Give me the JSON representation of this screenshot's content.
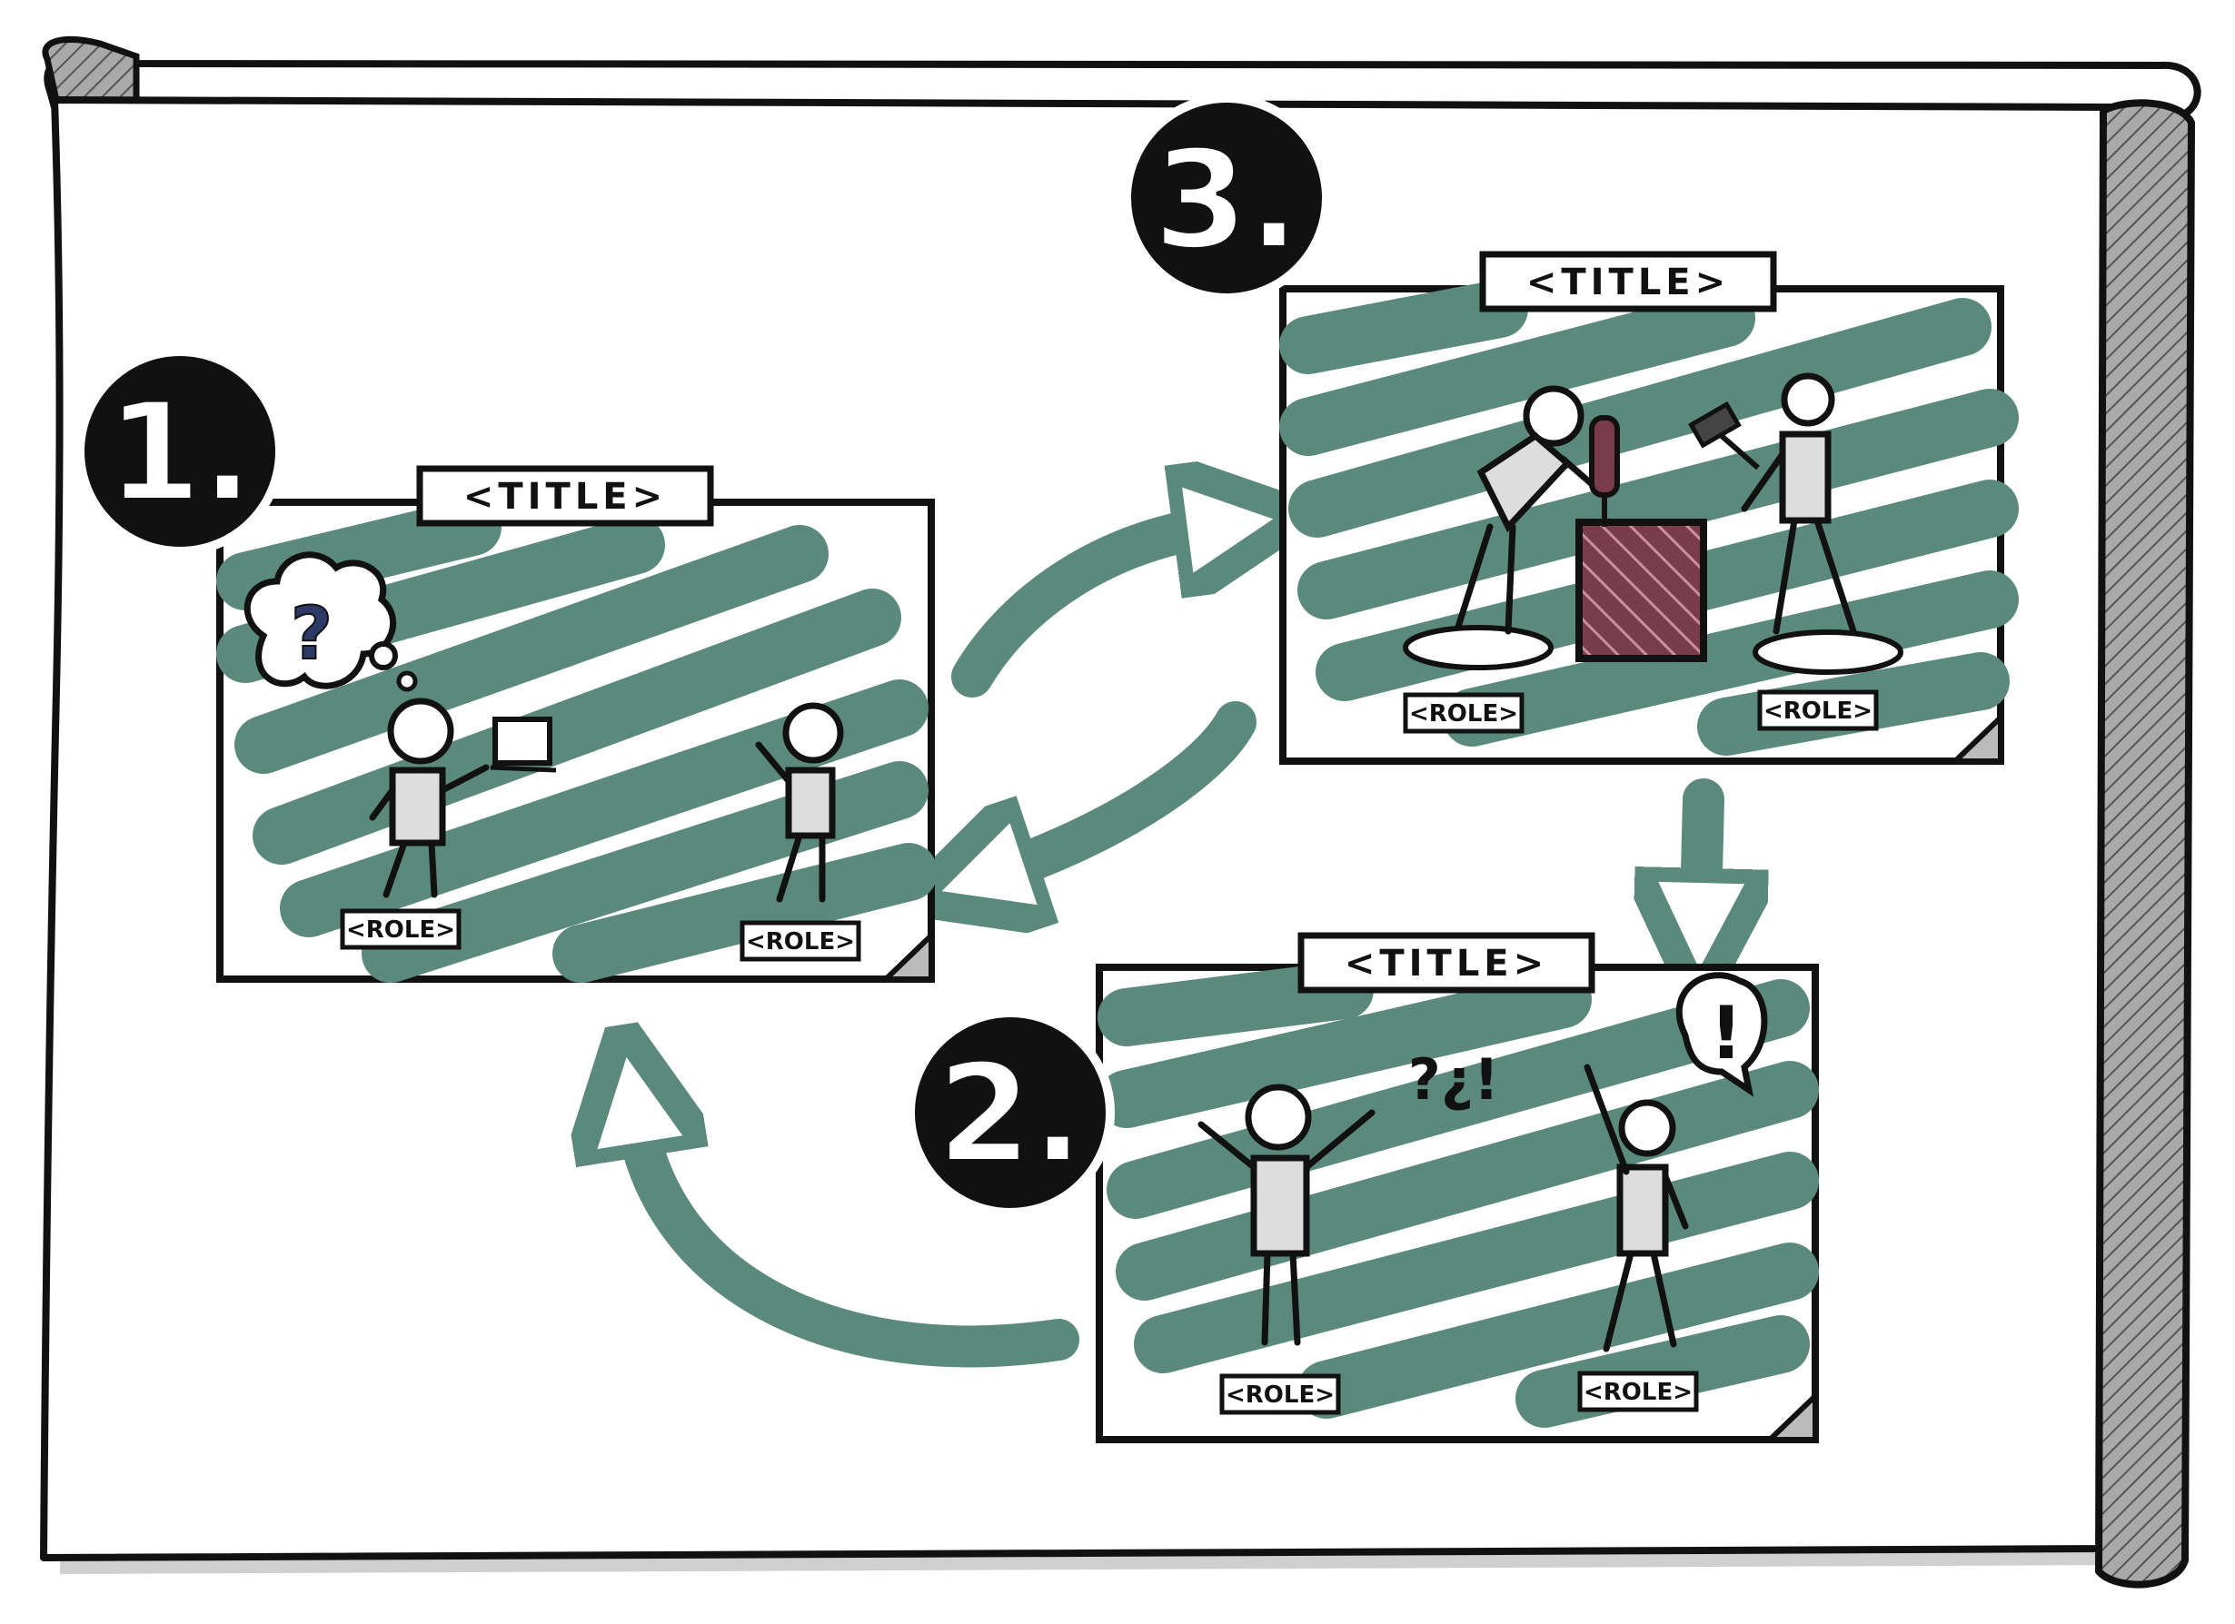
{
  "panels": [
    {
      "number": "1.",
      "title": "<TITLE>",
      "roles": [
        "<ROLE>",
        "<ROLE>"
      ],
      "thought_mark": "?"
    },
    {
      "number": "2.",
      "title": "<TITLE>",
      "roles": [
        "<ROLE>",
        "<ROLE>"
      ],
      "confused_mark": "?¿!",
      "idea_mark": "!"
    },
    {
      "number": "3.",
      "title": "<TITLE>",
      "roles": [
        "<ROLE>",
        "<ROLE>"
      ]
    }
  ],
  "colors": {
    "paper": "#ffffff",
    "scroll_roll": "#a9a9a9",
    "ink": "#111111",
    "green_fill": "#5b8a7d",
    "arrow": "#5b8a7d",
    "box_fill": "#7a3b4c",
    "figure_fill": "#dddddd"
  },
  "icons": [
    "thought-cloud-icon",
    "speech-bubble-icon",
    "tablet-icon",
    "drill-icon",
    "hammer-icon",
    "build-box-icon"
  ]
}
